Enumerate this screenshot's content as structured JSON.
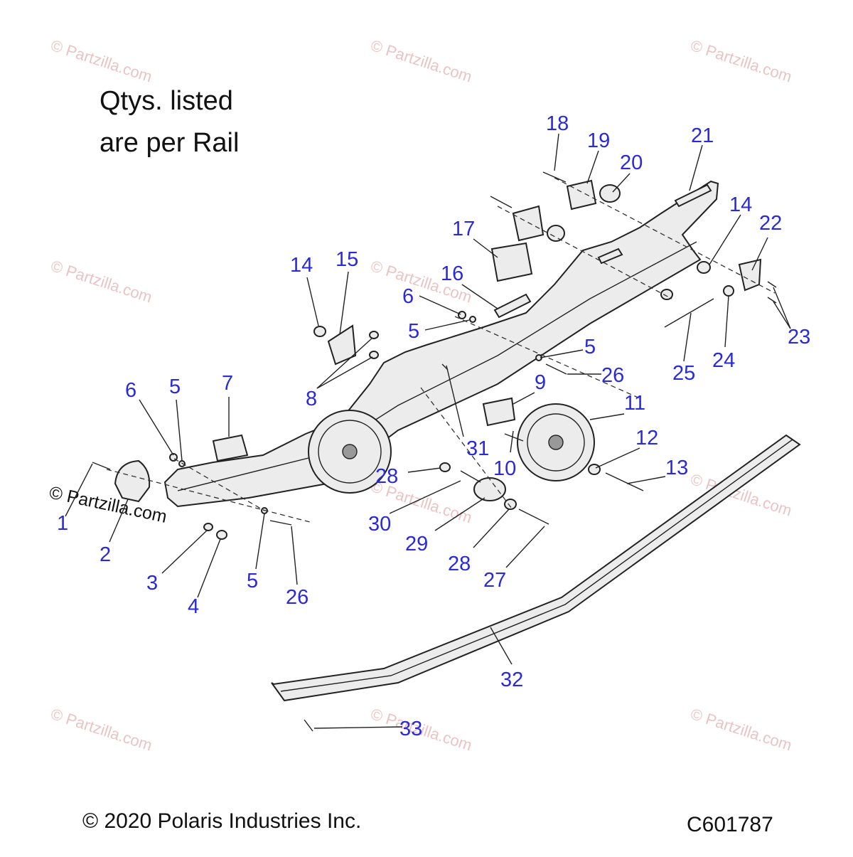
{
  "note": {
    "line1": "Qtys. listed",
    "line2": "are per Rail"
  },
  "footer": {
    "copyright": "© 2020 Polaris Industries Inc.",
    "code": "C601787"
  },
  "watermark": {
    "small": "© Partzilla.com",
    "large": "© Partzilla.com"
  },
  "callouts": [
    "1",
    "2",
    "3",
    "4",
    "5",
    "5",
    "5",
    "5",
    "6",
    "6",
    "7",
    "8",
    "9",
    "10",
    "11",
    "12",
    "13",
    "14",
    "14",
    "15",
    "16",
    "17",
    "18",
    "19",
    "20",
    "21",
    "22",
    "23",
    "24",
    "25",
    "26",
    "26",
    "27",
    "28",
    "28",
    "29",
    "30",
    "31",
    "32",
    "33"
  ],
  "colors": {
    "callout": "#2a2ad8",
    "line": "#222222",
    "part_fill": "#ececec",
    "watermark": "#e9c4c4"
  }
}
